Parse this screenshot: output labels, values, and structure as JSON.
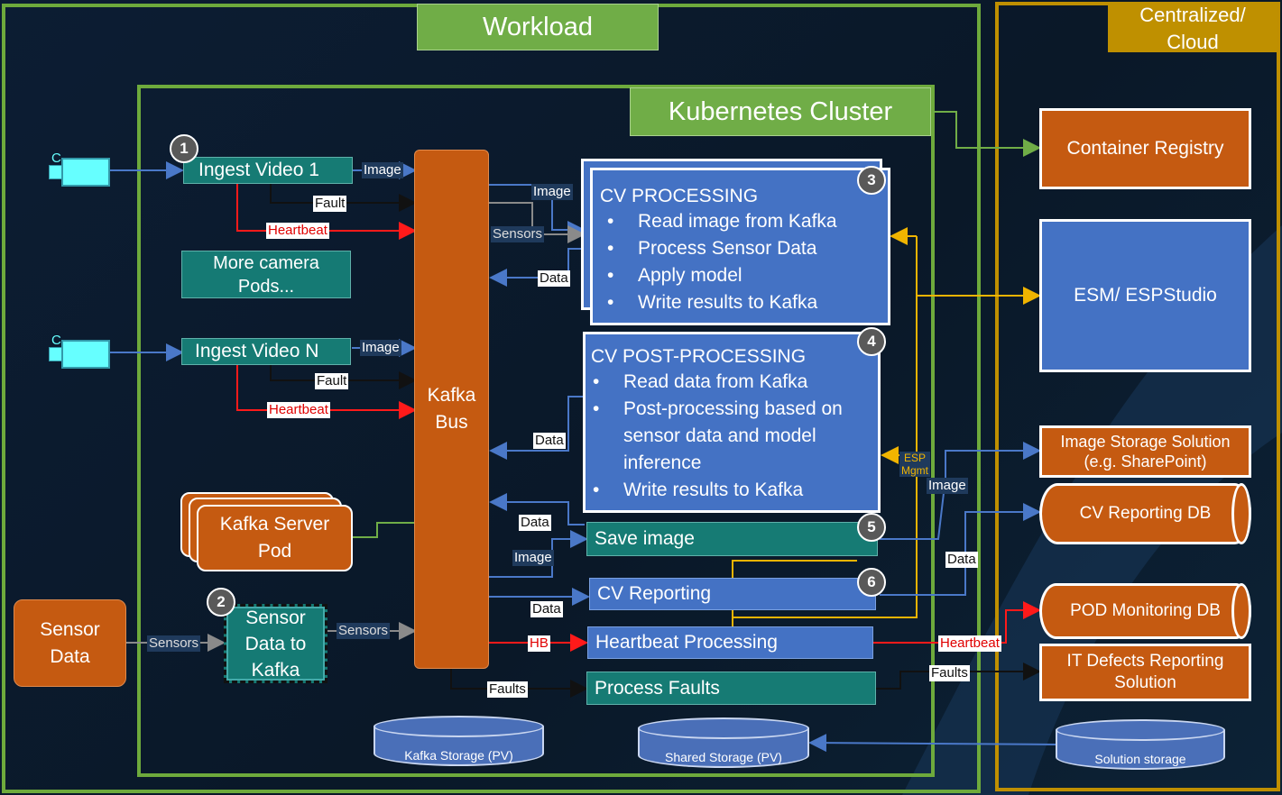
{
  "workload": {
    "title": "Workload"
  },
  "cloud": {
    "title_line1": "Centralized/",
    "title_line2": "Cloud"
  },
  "cluster": {
    "title": "Kubernetes Cluster"
  },
  "badges": [
    "1",
    "2",
    "3",
    "4",
    "5",
    "6"
  ],
  "ingest1": {
    "label": "Ingest Video 1",
    "camera_char": "C"
  },
  "ingestN": {
    "label": "Ingest Video N",
    "camera_char": "C"
  },
  "more_pods": {
    "line1": "More camera",
    "line2": "Pods..."
  },
  "kafka_bus": {
    "line1": "Kafka",
    "line2": "Bus"
  },
  "kafka_server": {
    "line1": "Kafka Server",
    "line2": "Pod"
  },
  "sensor_data": {
    "line1": "Sensor",
    "line2": "Data"
  },
  "sensor_to_kafka": {
    "line1": "Sensor",
    "line2": "Data to",
    "line3": "Kafka"
  },
  "cv_processing": {
    "title": "CV PROCESSING",
    "items": [
      "Read image from Kafka",
      "Process Sensor Data",
      "Apply model",
      "Write results to Kafka"
    ]
  },
  "cv_post": {
    "title": "CV POST-PROCESSING",
    "items": [
      "Read data from Kafka",
      "Post-processing based on",
      "sensor data and model",
      "inference",
      "Write results to Kafka"
    ]
  },
  "save_image": {
    "label": "Save  image"
  },
  "cv_reporting": {
    "label": "CV Reporting"
  },
  "heartbeat_processing": {
    "label": "Heartbeat Processing"
  },
  "process_faults": {
    "label": "Process Faults"
  },
  "container_registry": {
    "label": "Container Registry"
  },
  "esm": {
    "label": "ESM/ ESPStudio"
  },
  "image_storage": {
    "line1": "Image Storage Solution",
    "line2": "(e.g. SharePoint)"
  },
  "cv_reporting_db": {
    "label": "CV Reporting DB"
  },
  "pod_monitoring_db": {
    "label": "POD Monitoring DB"
  },
  "it_defects": {
    "line1": "IT Defects Reporting",
    "line2": "Solution"
  },
  "storage": {
    "kafka": "Kafka Storage (PV)",
    "shared": "Shared Storage (PV)",
    "solution": "Solution storage"
  },
  "edge_labels": {
    "image": "Image",
    "fault": "Fault",
    "faults": "Faults",
    "heartbeat": "Heartbeat",
    "hb": "HB",
    "sensors": "Sensors",
    "data": "Data",
    "esp_line1": "ESP",
    "esp_line2": "Mgmt"
  },
  "colors": {
    "green": "#70ad47",
    "gold": "#bf9000",
    "orange": "#c55a11",
    "blue": "#4472c4",
    "teal": "#167b74",
    "red": "#ff0000",
    "arrow_blue": "#4a78c8",
    "arrow_gold": "#f0b400"
  }
}
